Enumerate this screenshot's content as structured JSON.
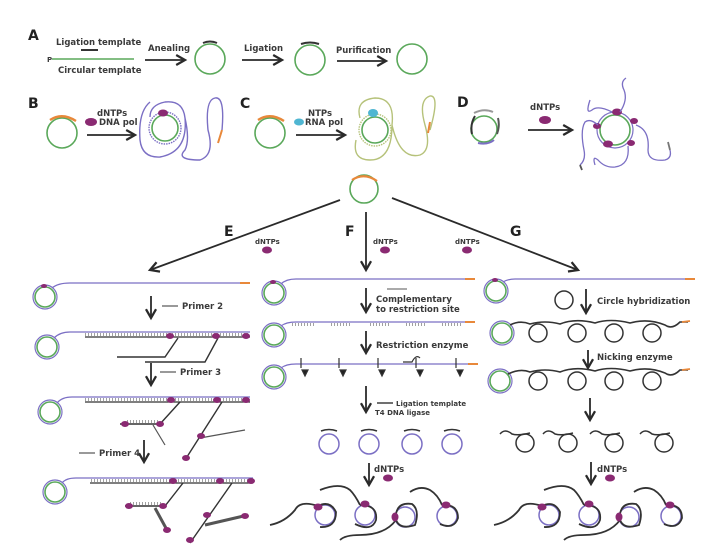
{
  "colors": {
    "template_green": "#5aa85a",
    "product_purple": "#7b6fc4",
    "enzyme_magenta": "#8a2a72",
    "rna_pol_cyan": "#4fb6d2",
    "primer_orange": "#e8883a",
    "rna_olive": "#b6c27a",
    "arrow_dark": "#2a2a2a"
  },
  "panels": {
    "A": {
      "label": "A",
      "ligation_template": "Ligation template",
      "circular_template": "Circular template",
      "phosphate": "P",
      "step1": "Anealing",
      "step2": "Ligation",
      "step3": "Purification"
    },
    "B": {
      "label": "B",
      "reagent1": "dNTPs",
      "reagent2": "DNA pol"
    },
    "C": {
      "label": "C",
      "reagent1": "NTPs",
      "reagent2": "RNA pol"
    },
    "D": {
      "label": "D",
      "reagent": "dNTPs"
    },
    "E": {
      "label": "E",
      "reagent": "dNTPs",
      "primer2": "Primer 2",
      "primer3": "Primer 3",
      "primer4": "Primer 4"
    },
    "F": {
      "label": "F",
      "reagent": "dNTPs",
      "step1a": "Complementary",
      "step1b": "to restriction site",
      "step2": "Restriction enzyme",
      "step3a": "Ligation template",
      "step3b": "T4 DNA ligase",
      "step4": "dNTPs"
    },
    "G": {
      "label": "G",
      "reagent": "dNTPs",
      "step1": "Circle hybridization",
      "step2": "Nicking enzyme",
      "step3": "dNTPs"
    }
  }
}
